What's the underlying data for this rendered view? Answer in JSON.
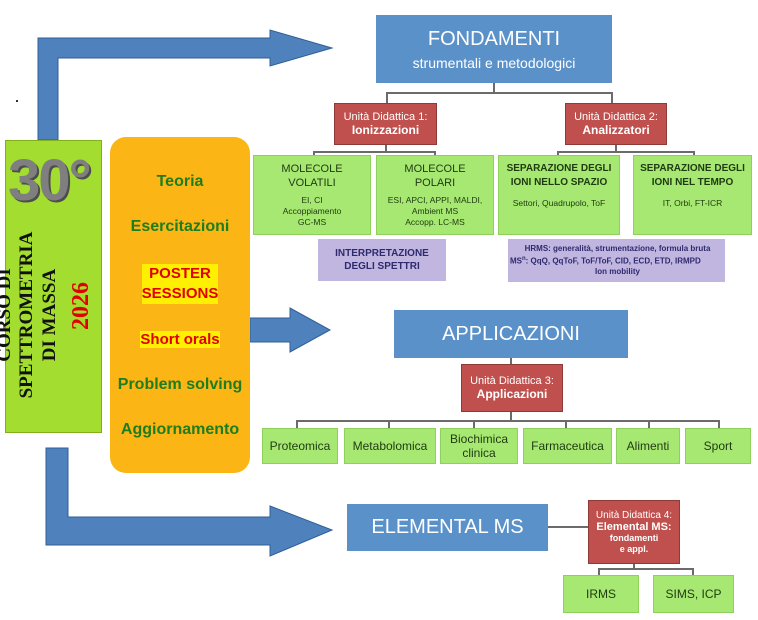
{
  "left_banner": {
    "number": "30°",
    "line1": "CORSO DI",
    "line2": "SPETTROMETRIA",
    "line3": "DI MASSA",
    "year": "2026"
  },
  "topics": [
    {
      "label": "Teoria",
      "color": "#1e7d1e",
      "highlight": false
    },
    {
      "label": "Esercitazioni",
      "color": "#1e7d1e",
      "highlight": false
    },
    {
      "label": "POSTER\nSESSIONS",
      "color": "#e00000",
      "highlight": true
    },
    {
      "label": "Short orals",
      "color": "#e00000",
      "highlight": true
    },
    {
      "label": "Problem solving",
      "color": "#1e7d1e",
      "highlight": false
    },
    {
      "label": "Aggiornamento",
      "color": "#1e7d1e",
      "highlight": false
    }
  ],
  "fondamenti": {
    "title": "FONDAMENTI",
    "subtitle": "strumentali e metodologici",
    "unit1": {
      "line1": "Unità Didattica 1:",
      "line2": "Ionizzazioni"
    },
    "unit2": {
      "line1": "Unità Didattica 2:",
      "line2": "Analizzatori"
    },
    "volatili": {
      "title": "MOLECOLE\nVOLATILI",
      "detail": "EI, CI\nAccoppiamento\nGC-MS"
    },
    "polari": {
      "title": "MOLECOLE\nPOLARI",
      "detail": "ESI, APCI, APPI, MALDI,\nAmbient MS\nAccopp. LC-MS"
    },
    "spazio": {
      "title": "SEPARAZIONE DEGLI\nIONI NELLO SPAZIO",
      "detail": "Settori, Quadrupolo, ToF"
    },
    "tempo": {
      "title": "SEPARAZIONE DEGLI\nIONI NEL TEMPO",
      "detail": "IT, Orbi, FT-ICR"
    },
    "interpretazione": "INTERPRETAZIONE\nDEGLI SPETTRI",
    "hrms_line1": "HRMS: generalità, strumentazione, formula bruta",
    "msn_prefix": "MS",
    "msn_sup": "n",
    "msn_rest": ": QqQ, QqToF, ToF/ToF, CID, ECD, ETD, IRMPD",
    "ion_mobility": "Ion mobility"
  },
  "applicazioni": {
    "title": "APPLICAZIONI",
    "unit3": {
      "line1": "Unità Didattica 3:",
      "line2": "Applicazioni"
    },
    "fields": [
      "Proteomica",
      "Metabolomica",
      "Biochimica\nclinica",
      "Farmaceutica",
      "Alimenti",
      "Sport"
    ]
  },
  "elemental": {
    "title": "ELEMENTAL MS",
    "unit4": {
      "line1": "Unità Didattica 4:",
      "line2": "Elemental MS:",
      "line3": "fondamenti\ne appl."
    },
    "irms": "IRMS",
    "sims": "SIMS, ICP"
  },
  "colors": {
    "blue_box": "#5b91c9",
    "red_box": "#c0504d",
    "green_box": "#a6e872",
    "purple_box": "#c0b6e0",
    "orange_panel": "#fbb515",
    "lime_banner": "#a3dd2f",
    "arrow": "#4f81bd"
  }
}
